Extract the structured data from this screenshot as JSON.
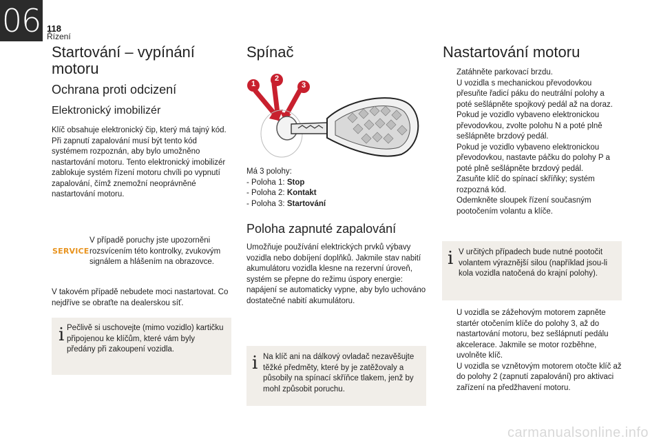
{
  "header": {
    "chapter": "06",
    "page_number": "118",
    "section": "Řízení"
  },
  "col1": {
    "title": "Startování – vypínání motoru",
    "subtitle": "Ochrana proti odcizení",
    "sub3": "Elektronický imobilizér",
    "para1": "Klíč obsahuje elektronický čip, který má tajný kód. Při zapnutí zapalování musí být tento kód systémem rozpoznán, aby bylo umožněno nastartování motoru. Tento elektronický imobilizér zablokuje systém řízení motoru chvíli po vypnutí zapalování, čímž znemožní neoprávněné nastartování motoru.",
    "service_label": "SERVICE",
    "service_text": "V případě poruchy jste upozorněni rozsvícením této kontrolky, zvukovým signálem a hlášením na obrazovce.",
    "para2": "V takovém případě nebudete moci nastartovat. Co nejdříve se obraťte na dealerskou síť.",
    "note": "Pečlivě si uschovejte (mimo vozidlo) kartičku připojenou ke klíčům, které vám byly předány při zakoupení vozidla."
  },
  "col2": {
    "title": "Spínač",
    "markers": [
      "1",
      "2",
      "3"
    ],
    "positions_intro": "Má 3 polohy:",
    "positions": [
      {
        "prefix": "-  Poloha 1: ",
        "bold": "Stop"
      },
      {
        "prefix": "-  Poloha 2: ",
        "bold": "Kontakt"
      },
      {
        "prefix": "-  Poloha 3: ",
        "bold": "Startování"
      }
    ],
    "subtitle": "Poloha zapnuté zapalování",
    "para": "Umožňuje používání elektrických prvků výbavy vozidla nebo dobíjení doplňků. Jakmile stav nabití akumulátoru vozidla klesne na rezervní úroveň, systém se přepne do režimu úspory energie: napájení se automaticky vypne, aby bylo uchováno dostatečné nabití akumulátoru.",
    "note": "Na klíč ani na dálkový ovladač nezavěšujte těžké předměty, které by je zatěžovaly a působily na spínací skříňce tlakem, jenž by mohl způsobit poruchu."
  },
  "col3": {
    "title": "Nastartování motoru",
    "bullet_mark": "",
    "steps": [
      "Zatáhněte parkovací brzdu.",
      "U vozidla s mechanickou převodovkou přesuňte řadicí páku do neutrální polohy a poté sešlápněte spojkový pedál až na doraz.",
      "Pokud je vozidlo vybaveno elektronickou převodovkou, zvolte polohu N a poté plně sešlápněte brzdový pedál.",
      "Pokud je vozidlo vybaveno elektronickou převodovkou, nastavte páčku do polohy P a poté plně sešlápněte brzdový pedál.",
      "Zasuňte klíč do spínací skříňky; systém rozpozná kód.",
      "Odemkněte sloupek řízení současným pootočením volantu a klíče."
    ],
    "note": "V určitých případech bude nutné pootočit volantem výraznější silou (například jsou-li kola vozidla natočená do krajní polohy).",
    "steps2": [
      "U vozidla se zážehovým motorem zapněte startér otočením klíče do polohy 3, až do nastartování motoru, bez sešlápnutí pedálu akcelerace. Jakmile se motor rozběhne, uvolněte klíč.",
      "U vozidla se vznětovým motorem otočte klíč až do polohy 2 (zapnutí zapalování) pro aktivaci zařízení na předžhavení motoru."
    ]
  },
  "footer": {
    "url": "carmanualsonline.info"
  },
  "colors": {
    "accent": "#e8931e",
    "marker": "#c8202e",
    "note_bg": "#f1eee9"
  }
}
